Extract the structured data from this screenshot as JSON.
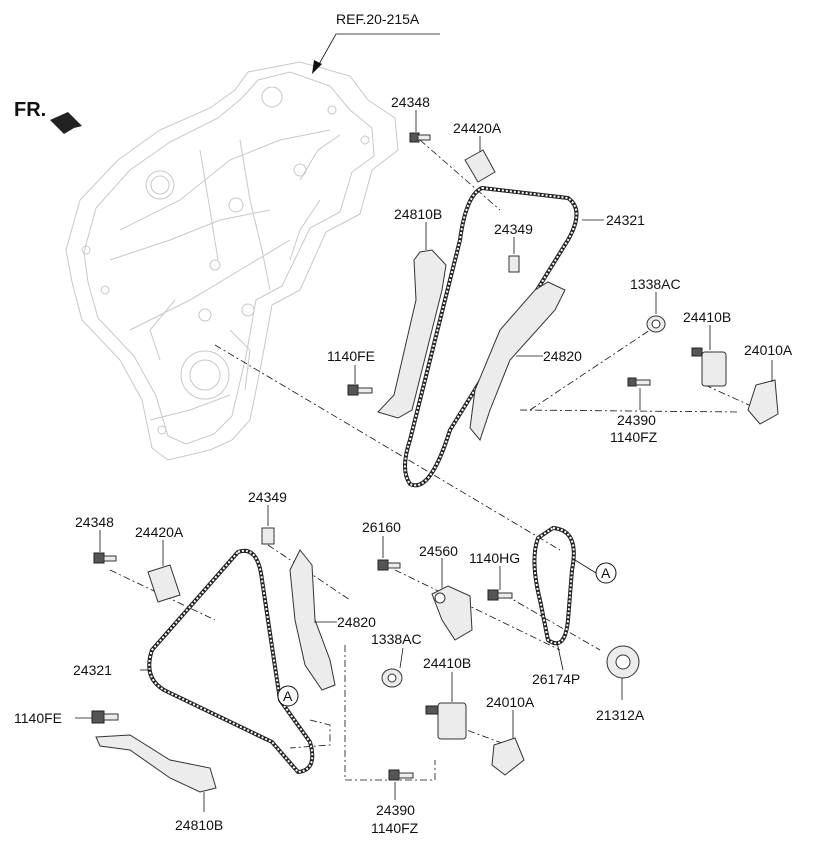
{
  "diagram": {
    "reference": "REF.20-215A",
    "front_marker": "FR.",
    "callout_letter": "A",
    "labels": {
      "p24348_top": "24348",
      "p24420A_top": "24420A",
      "p24810B_top": "24810B",
      "p24349_top": "24349",
      "p24321_top": "24321",
      "p1338AC_top": "1338AC",
      "p24410B_top": "24410B",
      "p24010A_top": "24010A",
      "p1140FE_top": "1140FE",
      "p24820_top": "24820",
      "p24390_top": "24390",
      "p1140FZ_top": "1140FZ",
      "p24349_bot": "24349",
      "p24348_bot": "24348",
      "p24420A_bot": "24420A",
      "p26160": "26160",
      "p24560": "24560",
      "p1140HG": "1140HG",
      "p24820_bot": "24820",
      "p1338AC_bot": "1338AC",
      "p24321_bot": "24321",
      "p24410B_bot": "24410B",
      "p26174P": "26174P",
      "p1140FE_bot": "1140FE",
      "p24010A_bot": "24010A",
      "p21312A": "21312A",
      "p24390_bot": "24390",
      "p1140FZ_bot": "1140FZ",
      "p24810B_bot": "24810B"
    }
  }
}
